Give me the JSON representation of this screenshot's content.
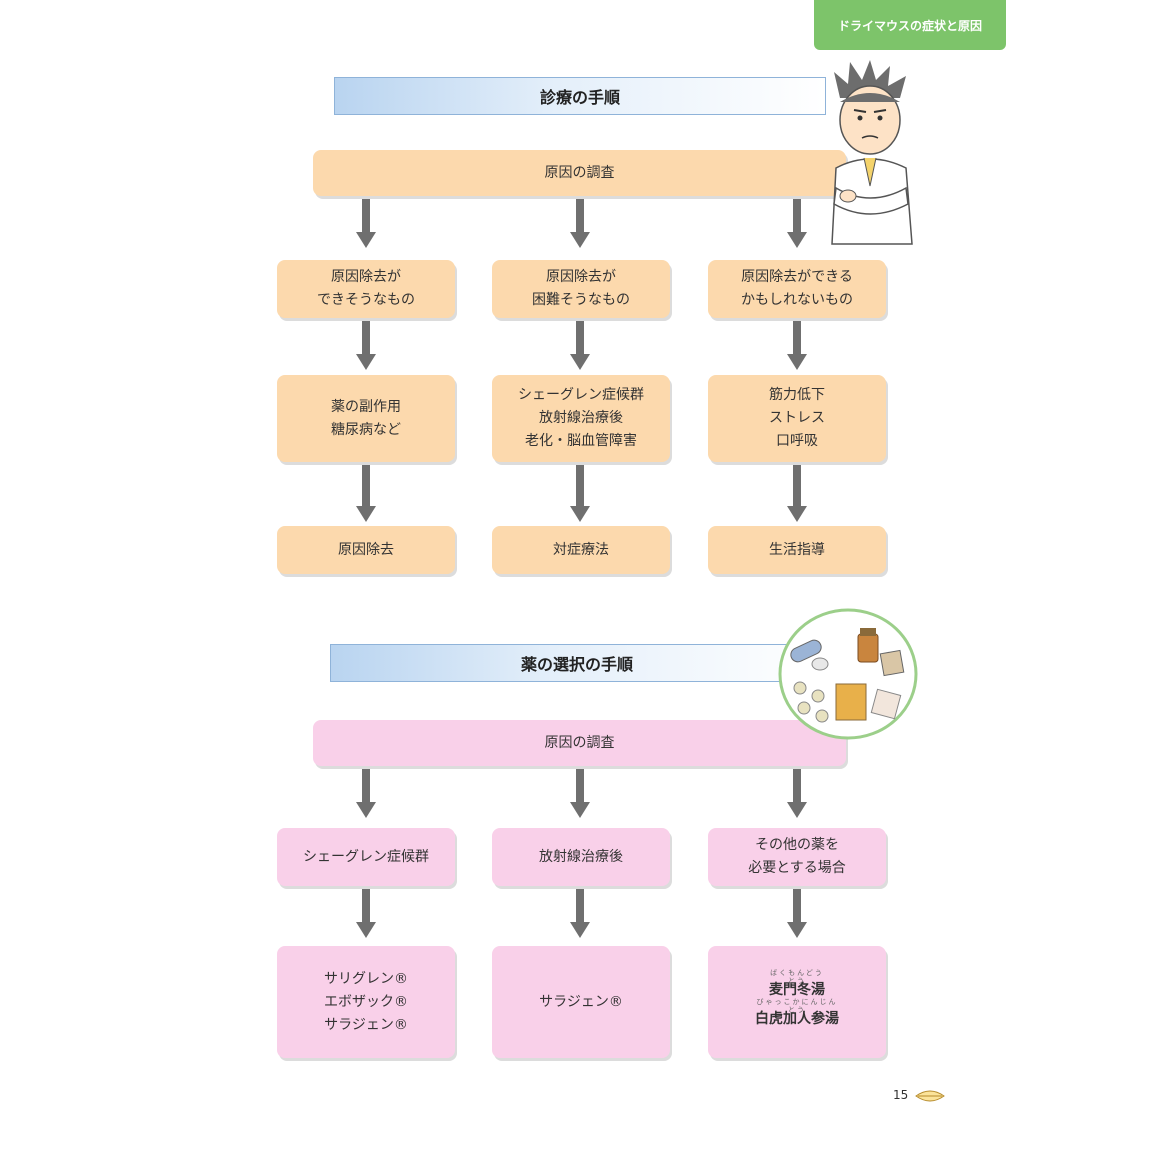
{
  "header_tab": "ドライマウスの症状と原因",
  "sections": [
    {
      "title": "診療の手順",
      "root": "原因の調査",
      "columns": [
        {
          "level1": [
            "原因除去が",
            "できそうなもの"
          ],
          "level2": [
            "薬の副作用",
            "糖尿病など"
          ],
          "level3": [
            "原因除去"
          ]
        },
        {
          "level1": [
            "原因除去が",
            "困難そうなもの"
          ],
          "level2": [
            "シェーグレン症候群",
            "放射線治療後",
            "老化・脳血管障害"
          ],
          "level3": [
            "対症療法"
          ]
        },
        {
          "level1": [
            "原因除去ができる",
            "かもしれないもの"
          ],
          "level2": [
            "筋力低下",
            "ストレス",
            "口呼吸"
          ],
          "level3": [
            "生活指導"
          ]
        }
      ]
    },
    {
      "title": "薬の選択の手順",
      "root": "原因の調査",
      "columns": [
        {
          "level1": [
            "シェーグレン症候群"
          ],
          "level2": [
            "サリグレン®",
            "エボザック®",
            "サラジェン®"
          ]
        },
        {
          "level1": [
            "放射線治療後"
          ],
          "level2": [
            "サラジェン®"
          ]
        },
        {
          "level1": [
            "その他の薬を",
            "必要とする場合"
          ],
          "level2": [
            "麦門冬湯",
            "白虎加人参湯"
          ],
          "level2_ruby": [
            "ばくもんどうとう",
            "びゃっこかにんじんとう"
          ]
        }
      ]
    }
  ],
  "page_number": "15",
  "colors": {
    "header_green": "#7dc46a",
    "orange_box": "#fcd9ad",
    "pink_box": "#f9d0e9",
    "arrow": "#6f6f6f"
  },
  "icons": [
    "doctor-illustration",
    "medicine-illustration",
    "lips-icon"
  ]
}
